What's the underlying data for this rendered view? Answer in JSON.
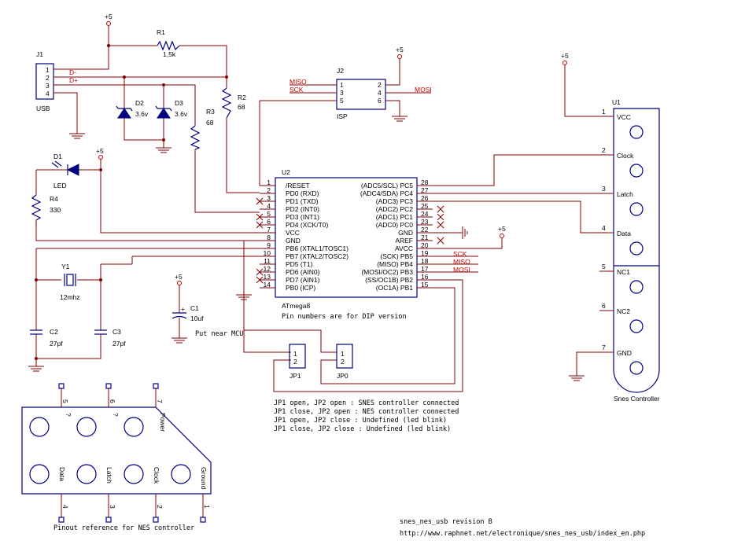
{
  "power": {
    "vcc": "+5"
  },
  "usb": {
    "ref": "J1",
    "name": "USB",
    "pins": [
      "1",
      "2",
      "3",
      "4"
    ],
    "net_dminus": "D-",
    "net_dplus": "D+"
  },
  "r1": {
    "ref": "R1",
    "value": "1,5k"
  },
  "r2": {
    "ref": "R2",
    "value": "68"
  },
  "r3": {
    "ref": "R3",
    "value": "68"
  },
  "r4": {
    "ref": "R4",
    "value": "330"
  },
  "d1": {
    "ref": "D1",
    "label": "LED"
  },
  "d2": {
    "ref": "D2",
    "value": "3.6v"
  },
  "d3": {
    "ref": "D3",
    "value": "3.6v"
  },
  "isp": {
    "ref": "J2",
    "name": "ISP",
    "left_pins": [
      "1",
      "3",
      "5"
    ],
    "right_pins": [
      "2",
      "4",
      "6"
    ],
    "miso": "MISO",
    "sck": "SCK",
    "mosi": "MOSI"
  },
  "mcu": {
    "ref": "U2",
    "part": "ATmega8",
    "left_pins": [
      {
        "num": "1",
        "name": "/RESET"
      },
      {
        "num": "2",
        "name": "PD0 (RXD)"
      },
      {
        "num": "3",
        "name": "PD1 (TXD)"
      },
      {
        "num": "4",
        "name": "PD2 (INT0)"
      },
      {
        "num": "5",
        "name": "PD3 (INT1)"
      },
      {
        "num": "6",
        "name": "PD4 (XCK/T0)"
      },
      {
        "num": "7",
        "name": "VCC"
      },
      {
        "num": "8",
        "name": "GND"
      },
      {
        "num": "9",
        "name": "PB6 (XTAL1/TOSC1)"
      },
      {
        "num": "10",
        "name": "PB7 (XTAL2/TOSC2)"
      },
      {
        "num": "11",
        "name": "PD5 (T1)"
      },
      {
        "num": "12",
        "name": "PD6 (AIN0)"
      },
      {
        "num": "13",
        "name": "PD7 (AIN1)"
      },
      {
        "num": "14",
        "name": "PB0 (ICP)"
      }
    ],
    "right_pins": [
      {
        "num": "28",
        "name": "(ADC5/SCL) PC5"
      },
      {
        "num": "27",
        "name": "(ADC4/SDA) PC4"
      },
      {
        "num": "26",
        "name": "(ADC3) PC3"
      },
      {
        "num": "25",
        "name": "(ADC2) PC2"
      },
      {
        "num": "24",
        "name": "(ADC1) PC1"
      },
      {
        "num": "23",
        "name": "(ADC0) PC0"
      },
      {
        "num": "22",
        "name": "GND"
      },
      {
        "num": "21",
        "name": "AREF"
      },
      {
        "num": "20",
        "name": "AVCC"
      },
      {
        "num": "19",
        "name": "(SCK) PB5"
      },
      {
        "num": "18",
        "name": "(MISO) PB4"
      },
      {
        "num": "17",
        "name": "(MOSI/OC2) PB3"
      },
      {
        "num": "16",
        "name": "(SS/OC1B) PB2"
      },
      {
        "num": "15",
        "name": "(OC1A) PB1"
      }
    ],
    "note": "Pin numbers are for DIP version",
    "sck": "SCK",
    "miso": "MISO",
    "mosi": "MOSI"
  },
  "crystal": {
    "ref": "Y1",
    "value": "12mhz"
  },
  "c1": {
    "ref": "C1",
    "value": "10uf",
    "note": "Put near MCU"
  },
  "c2": {
    "ref": "C2",
    "value": "27pf"
  },
  "c3": {
    "ref": "C3",
    "value": "27pf"
  },
  "jp1": {
    "ref": "JP1",
    "pins": [
      "1",
      "2"
    ]
  },
  "jp0": {
    "ref": "JP0",
    "pins": [
      "1",
      "2"
    ]
  },
  "jumper_notes": [
    "JP1 open, JP2 open : SNES controller connected",
    "JP1 close, JP2 open : NES controller connected",
    "JP1 open, JP2 close : Undefined (led blink)",
    "JP1 close, JP2 close : Undefined (led blink)"
  ],
  "snes": {
    "ref": "U1",
    "name": "Snes Controller",
    "pins": [
      {
        "num": "1",
        "name": "VCC"
      },
      {
        "num": "2",
        "name": "Clock"
      },
      {
        "num": "3",
        "name": "Latch"
      },
      {
        "num": "4",
        "name": "Data"
      },
      {
        "num": "5",
        "name": "NC1"
      },
      {
        "num": "6",
        "name": "NC2"
      },
      {
        "num": "7",
        "name": "GND"
      }
    ]
  },
  "nes": {
    "top_pins": [
      "5",
      "6",
      "7"
    ],
    "top_labels": [
      "?",
      "?",
      "Power"
    ],
    "bottom_pins": [
      "4",
      "3",
      "2",
      "1"
    ],
    "bottom_labels": [
      "Data",
      "Latch",
      "Clock",
      "Ground"
    ],
    "caption": "Pinout reference for NES controller"
  },
  "footer": {
    "title": "snes_nes_usb revision B",
    "url": "http://www.raphnet.net/electronique/snes_nes_usb/index_en.php"
  }
}
